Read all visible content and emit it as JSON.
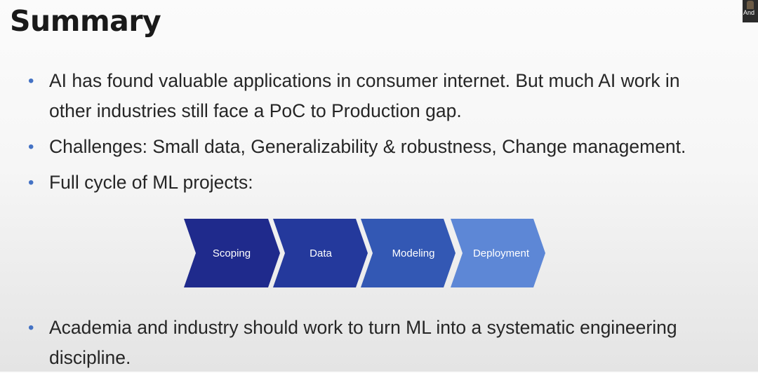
{
  "slide": {
    "title": "Summary",
    "bullets": [
      {
        "lines": [
          "AI has found valuable applications in  consumer internet. But much AI work in",
          "other industries still face a PoC to Production gap."
        ]
      },
      {
        "lines": [
          "Challenges: Small data, Generalizability & robustness, Change management."
        ]
      },
      {
        "lines": [
          "Full cycle of ML projects:"
        ]
      }
    ],
    "final_bullet": {
      "lines": [
        "Academia and industry should work to turn ML into a systematic engineering",
        "discipline."
      ]
    },
    "bullet_marker": "•",
    "bullet_color": "#4472c4",
    "cycle_steps": [
      {
        "label": "Scoping",
        "color": "#1f2a8c"
      },
      {
        "label": "Data",
        "color": "#24399c"
      },
      {
        "label": "Modeling",
        "color": "#3358b4"
      },
      {
        "label": "Deployment",
        "color": "#5d87d6"
      }
    ]
  },
  "video_overlay": {
    "participant_label": "And"
  }
}
